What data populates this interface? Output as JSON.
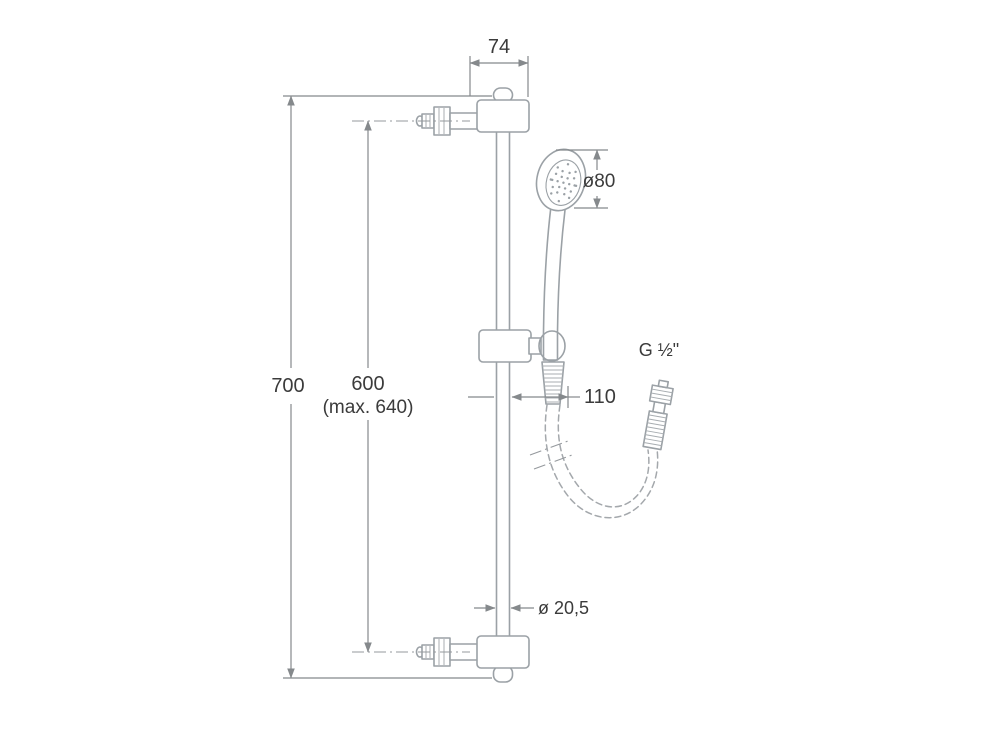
{
  "drawing": {
    "type": "technical-drawing",
    "subject": "shower slide bar with hand shower and flexible hose",
    "dimensions": {
      "bar_offset_top": "74",
      "head_diameter": "ø80",
      "overall_height": "700",
      "fixing_distance": "600",
      "fixing_distance_note": "(max. 640)",
      "hose_offset": "110",
      "bar_diameter": "ø 20,5",
      "thread_size": "G ½\""
    },
    "colors": {
      "outline": "#9ba1a6",
      "dimension": "#85898c",
      "text": "#3b3b3b",
      "background": "#ffffff"
    }
  }
}
